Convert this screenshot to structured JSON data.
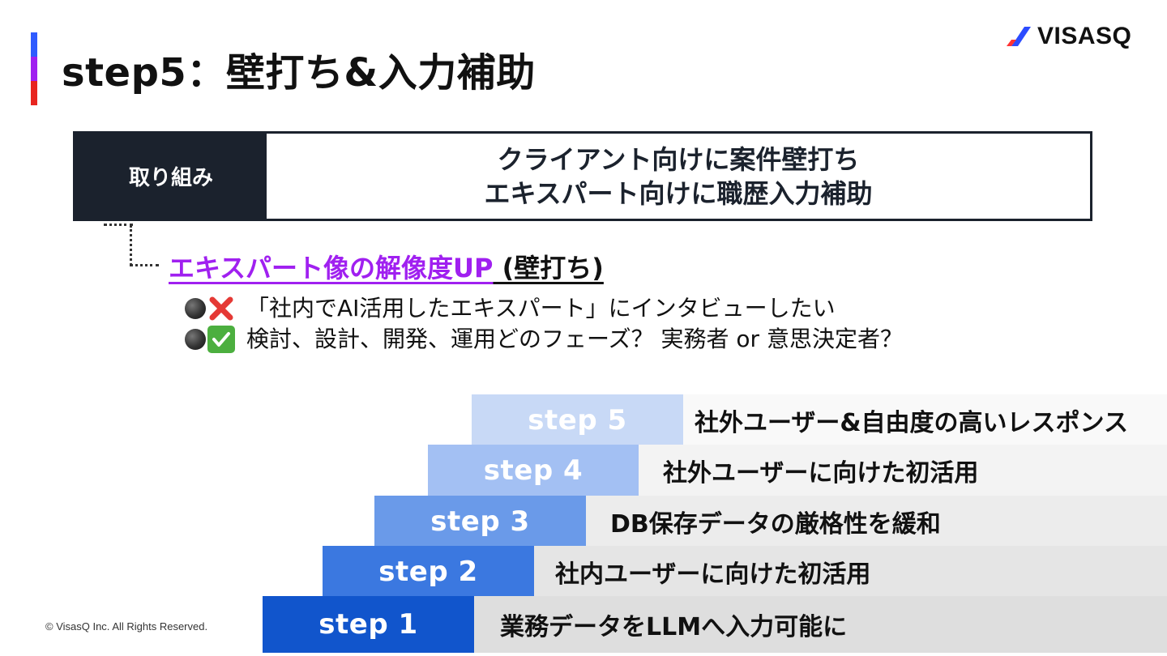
{
  "title": "step5：壁打ち&入力補助",
  "logo": {
    "text": "VISASQ",
    "icon": "slash-mark-icon",
    "icon_colors": [
      "#2b4bff",
      "#ff3333"
    ]
  },
  "accent_colors": [
    "#2f5bff",
    "#a020f0",
    "#e8251f"
  ],
  "torikumi": {
    "label": "取り組み",
    "line1": "クライアント向けに案件壁打ち",
    "line2": "エキスパート向けに職歴入力補助"
  },
  "subheading": {
    "highlight": "エキスパート像の解像度UP",
    "suffix": " (壁打ち)"
  },
  "bullets": [
    {
      "icons": [
        "black-circle-icon",
        "red-cross-icon"
      ],
      "text": "「社内でAI活用したエキスパート」にインタビューしたい"
    },
    {
      "icons": [
        "black-circle-icon",
        "green-check-icon"
      ],
      "text": "検討、設計、開発、運用どのフェーズ？ 実務者 or 意思決定者？"
    }
  ],
  "steps": [
    {
      "label": "step 5",
      "desc": "社外ユーザー&自由度の高いレスポンス",
      "color": "#c8d9f6",
      "desc_bg": "#f9f9f9"
    },
    {
      "label": "step 4",
      "desc": "社外ユーザーに向けた初活用",
      "color": "#a3c0f3",
      "desc_bg": "#f3f3f3"
    },
    {
      "label": "step 3",
      "desc": "DB保存データの厳格性を緩和",
      "color": "#6a9ae9",
      "desc_bg": "#ececec"
    },
    {
      "label": "step 2",
      "desc": "社内ユーザーに向けた初活用",
      "color": "#3b78e0",
      "desc_bg": "#e5e5e5"
    },
    {
      "label": "step 1",
      "desc": "業務データをLLMへ入力可能に",
      "color": "#1155cc",
      "desc_bg": "#dedede"
    }
  ],
  "footer": "© VisasQ Inc. All Rights Reserved."
}
